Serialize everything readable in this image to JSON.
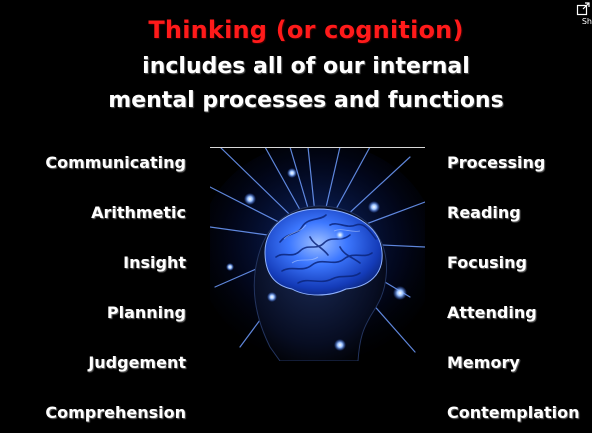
{
  "title": "Thinking (or cognition)",
  "subtitle_line1": "includes all of our internal",
  "subtitle_line2": "mental processes and functions",
  "left_items": [
    "Communicating",
    "Arithmetic",
    "Insight",
    "Planning",
    "Judgement",
    "Comprehension"
  ],
  "right_items": [
    "Processing",
    "Reading",
    "Focusing",
    "Attending",
    "Memory",
    "Contemplation"
  ],
  "share": {
    "label": "Sh",
    "icon": "share-icon"
  },
  "colors": {
    "background": "#000000",
    "title": "#ff1a1a",
    "text": "#ffffff",
    "brain": "#3b74ff"
  }
}
